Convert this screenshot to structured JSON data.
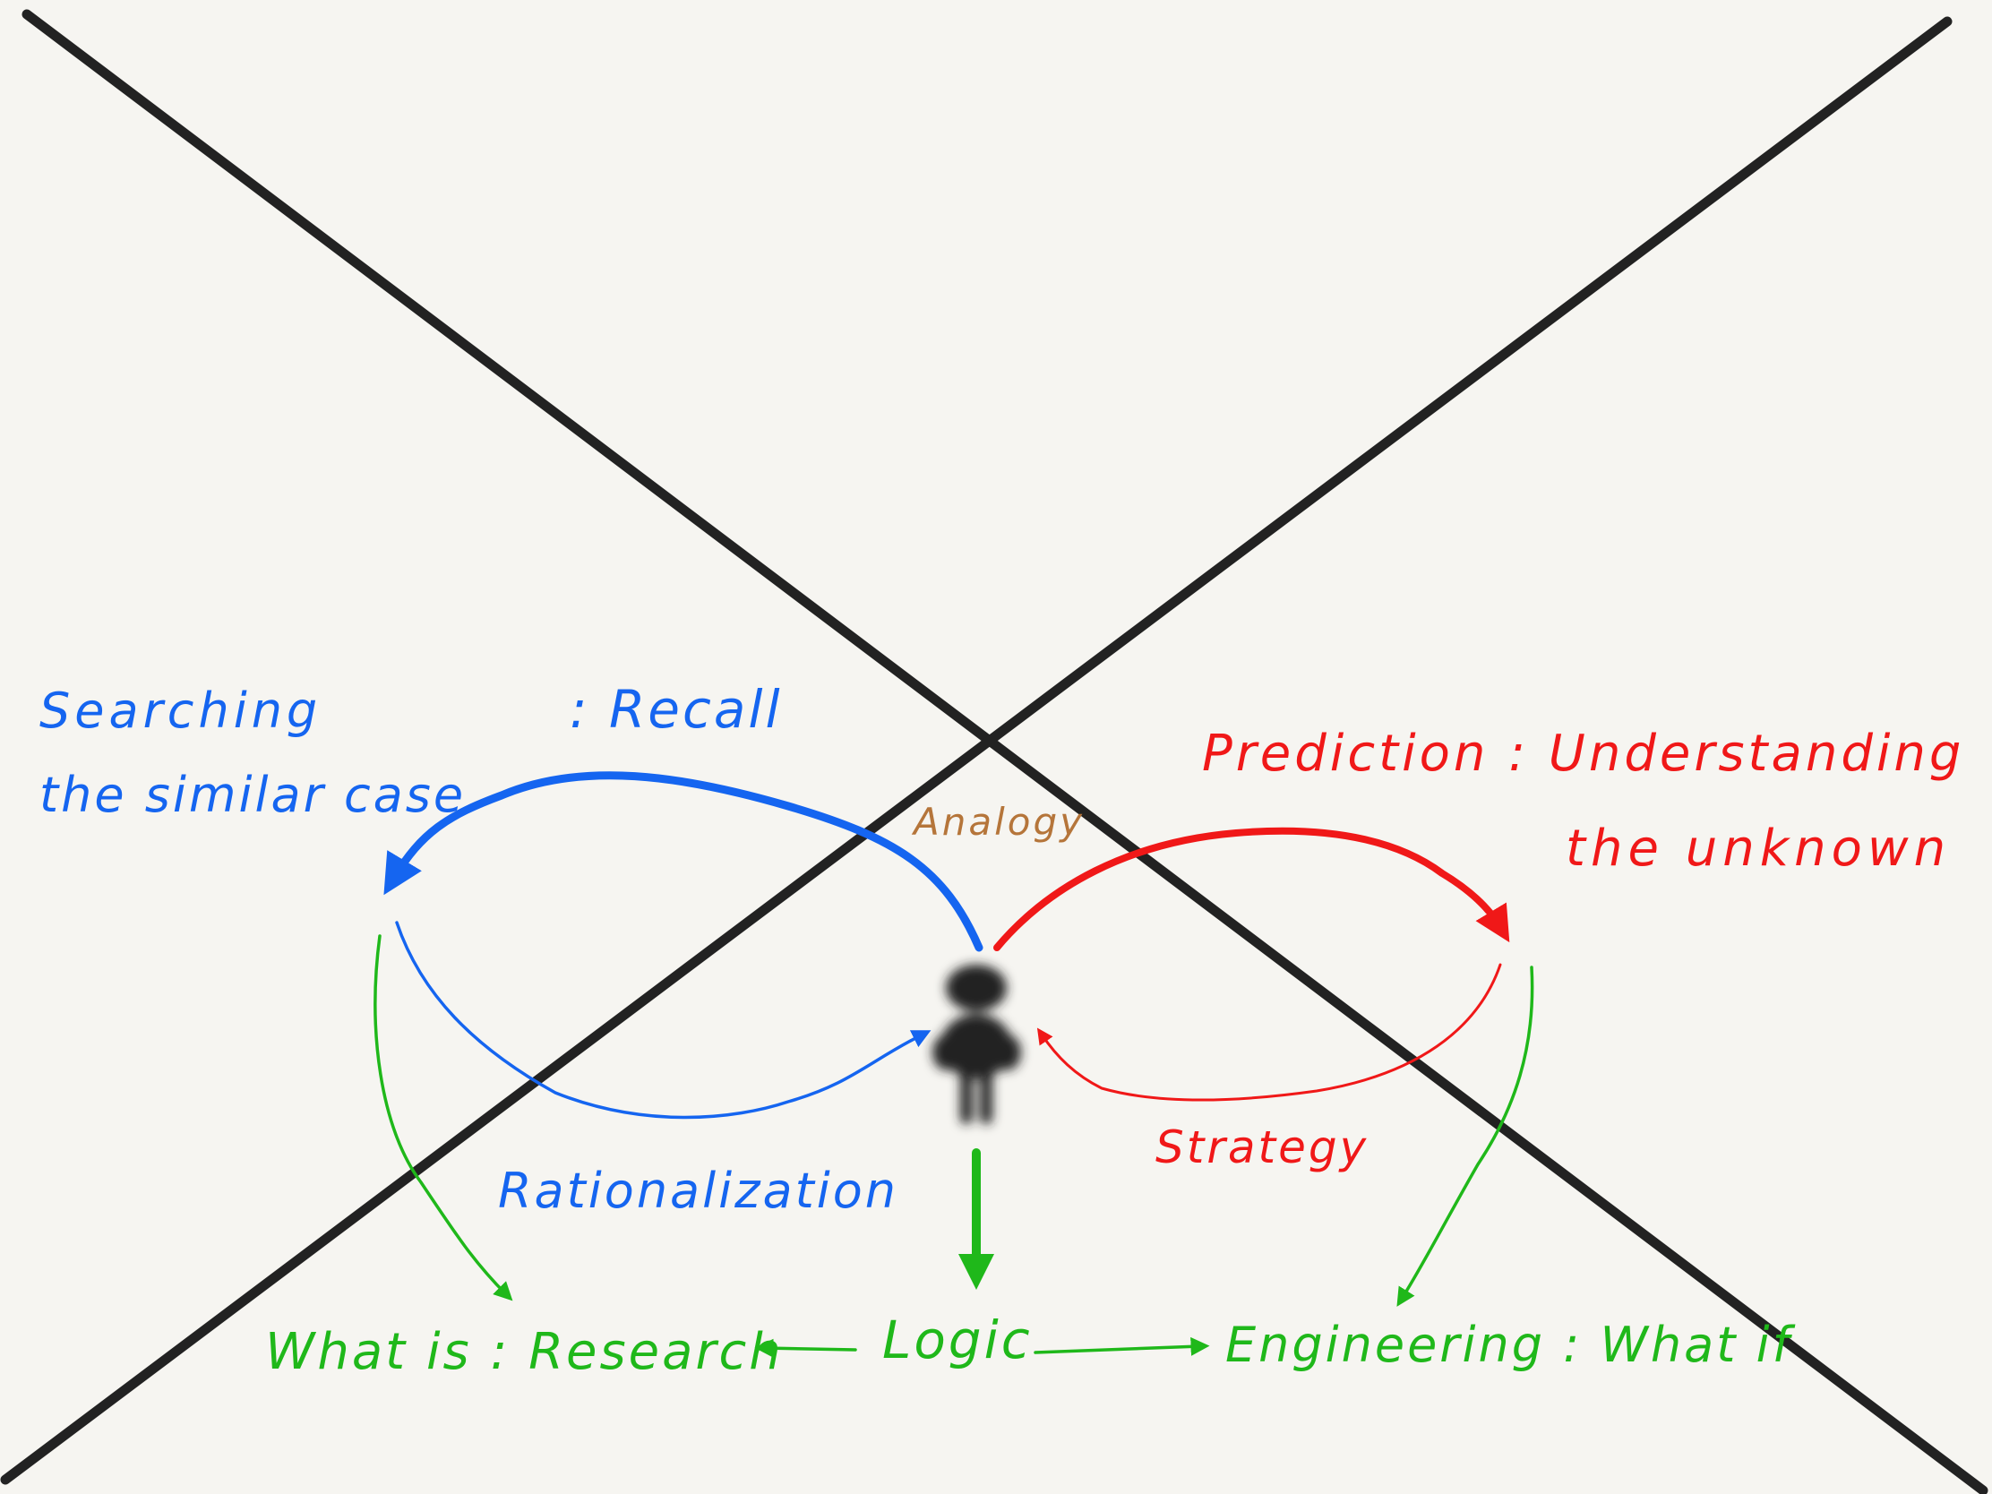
{
  "colors": {
    "background": "#f6f5f1",
    "axis_lines": "#222222",
    "recall_blue": "#1565f0",
    "prediction_red": "#f01818",
    "logic_green": "#1fb81a",
    "analogy_brown": "#b5753a",
    "person": "#222222"
  },
  "labels": {
    "searching_line1": "Searching",
    "searching_line2": "the similar case",
    "recall": ": Recall",
    "prediction": "Prediction : Understanding",
    "unknown": "the unknown",
    "analogy": "Analogy",
    "rationalization": "Rationalization",
    "strategy": "Strategy",
    "what_is": "What is  : Research",
    "logic": "Logic",
    "engineering": "Engineering : What if"
  },
  "icons": {
    "center_figure": "person-icon"
  }
}
